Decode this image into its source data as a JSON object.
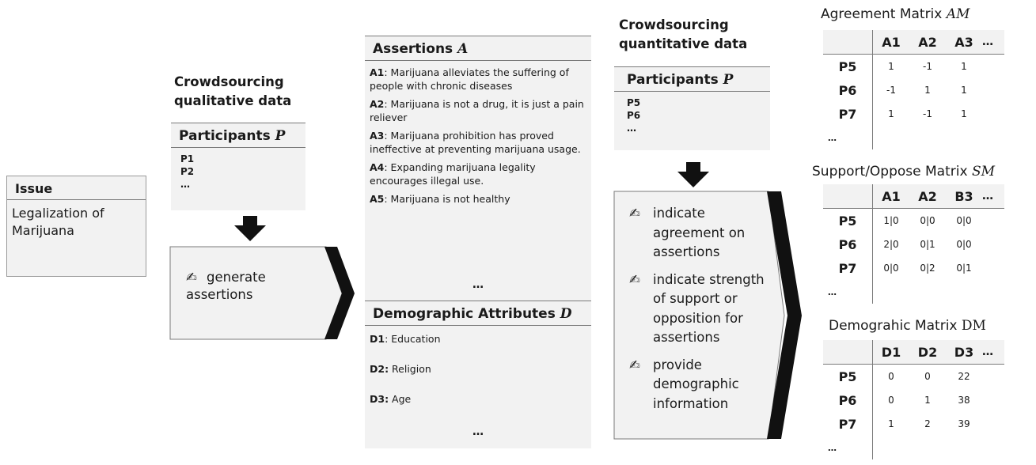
{
  "issue": {
    "header": "Issue",
    "text": "Legalization of Marijuana"
  },
  "qualitative": {
    "heading": "Crowdsourcing qualitative data",
    "participants_title": "Participants",
    "participants_symbol": "P",
    "participants": [
      "P1",
      "P2",
      "…"
    ],
    "action_icon": "✍",
    "action_label": "generate assertions"
  },
  "assertions": {
    "title": "Assertions",
    "symbol": "A",
    "items": [
      {
        "id": "A1",
        "text": ": Marijuana alleviates the suffering of people with chronic diseases"
      },
      {
        "id": "A2",
        "text": ": Marijuana is not a drug, it is just a pain reliever"
      },
      {
        "id": "A3",
        "text": ": Marijuana prohibition has proved ineffective at preventing marijuana usage."
      },
      {
        "id": "A4",
        "text": ": Expanding marijuana legality encourages illegal use."
      },
      {
        "id": "A5",
        "text": ": Marijuana is not healthy"
      }
    ],
    "ellipsis": "…"
  },
  "demographics": {
    "title": "Demographic Attributes",
    "symbol": "D",
    "items": [
      {
        "id": "D1",
        "text": ": Education"
      },
      {
        "id": "D2:",
        "text": " Religion"
      },
      {
        "id": "D3:",
        "text": " Age"
      }
    ],
    "ellipsis": "…"
  },
  "quantitative": {
    "heading": "Crowdsourcing quantitative data",
    "participants_title": "Participants",
    "participants_symbol": "P",
    "participants": [
      "P5",
      "P6",
      "…"
    ],
    "actions": [
      {
        "icon": "✍",
        "text": "indicate agreement on assertions"
      },
      {
        "icon": "✍",
        "text": "indicate strength of support or opposition for assertions"
      },
      {
        "icon": "✍",
        "text": "provide demographic information"
      }
    ]
  },
  "matrices": [
    {
      "title": "Agreement Matrix",
      "symbol": "AM",
      "columns": [
        "A1",
        "A2",
        "A3",
        "…"
      ],
      "rows": [
        {
          "label": "P5",
          "cells": [
            "1",
            "-1",
            "1"
          ]
        },
        {
          "label": "P6",
          "cells": [
            "-1",
            "1",
            "1"
          ]
        },
        {
          "label": "P7",
          "cells": [
            "1",
            "-1",
            "1"
          ]
        }
      ],
      "more": "…"
    },
    {
      "title": "Support/Oppose Matrix",
      "symbol": "SM",
      "columns": [
        "A1",
        "A2",
        "B3",
        "…"
      ],
      "rows": [
        {
          "label": "P5",
          "cells": [
            "1|0",
            "0|0",
            "0|0"
          ]
        },
        {
          "label": "P6",
          "cells": [
            "2|0",
            "0|1",
            "0|0"
          ]
        },
        {
          "label": "P7",
          "cells": [
            "0|0",
            "0|2",
            "0|1"
          ]
        }
      ],
      "more": "…"
    },
    {
      "title": "Demograhic Matrix",
      "symbol": "DM",
      "columns": [
        "D1",
        "D2",
        "D3",
        "…"
      ],
      "rows": [
        {
          "label": "P5",
          "cells": [
            "0",
            "0",
            "22"
          ]
        },
        {
          "label": "P6",
          "cells": [
            "0",
            "1",
            "38"
          ]
        },
        {
          "label": "P7",
          "cells": [
            "1",
            "2",
            "39"
          ]
        }
      ],
      "more": "…"
    }
  ]
}
